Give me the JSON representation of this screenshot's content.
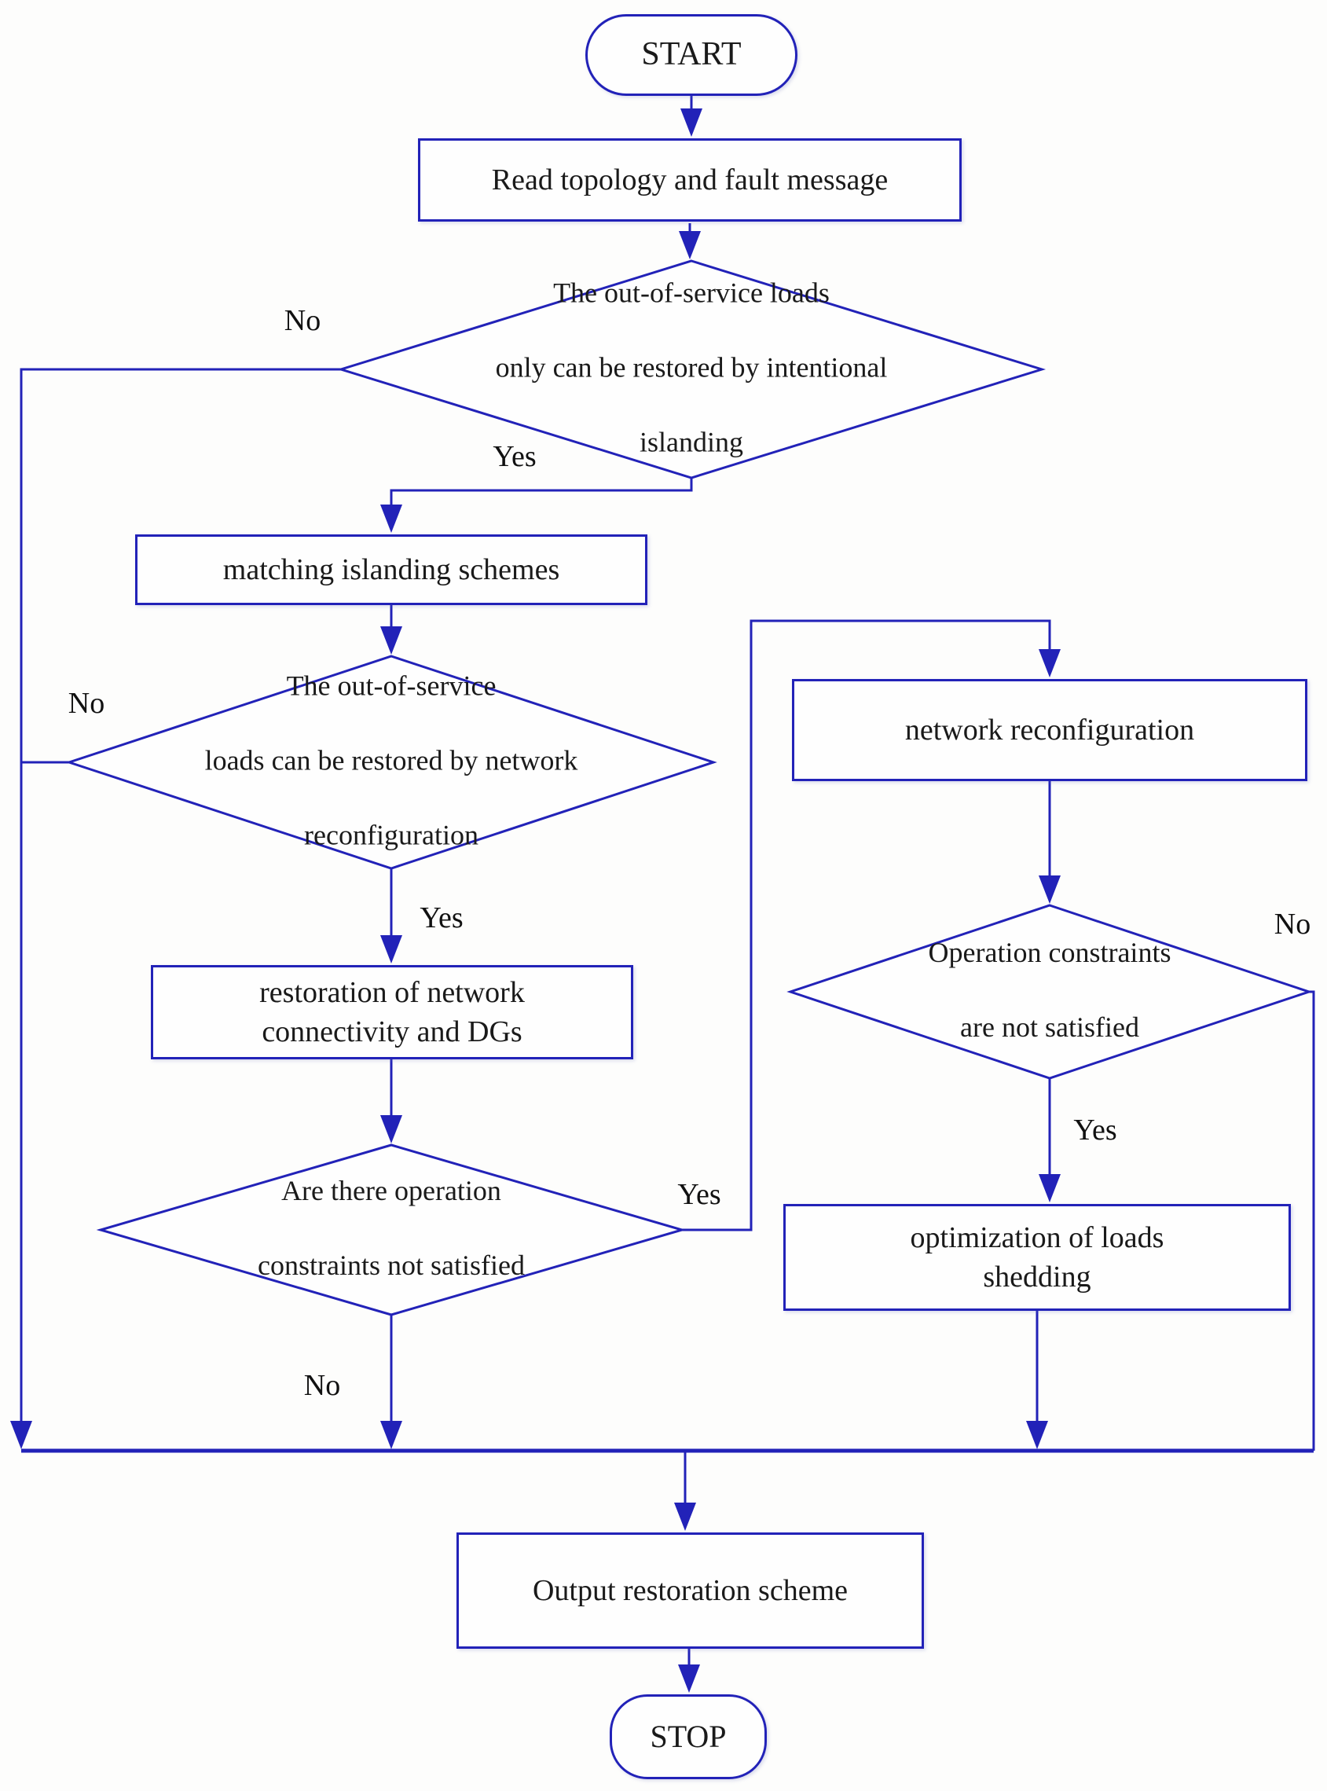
{
  "diagram": {
    "type": "flowchart",
    "colors": {
      "line": "#2222b8",
      "node_border": "#2222b8",
      "node_fill": "#fefefe",
      "text": "#1a1a1a",
      "background": "#fdfdfc"
    },
    "nodes": {
      "start": {
        "type": "terminator",
        "label": "START"
      },
      "read_topology": {
        "type": "process",
        "label": "Read topology and fault message"
      },
      "islanding_decision": {
        "type": "decision",
        "lines": [
          "The out-of-service loads",
          "only can be restored by intentional",
          "islanding"
        ]
      },
      "matching_schemes": {
        "type": "process",
        "label": "matching islanding schemes"
      },
      "reconfig_decision": {
        "type": "decision",
        "lines": [
          "The out-of-service",
          "loads  can be restored by network",
          "reconfiguration"
        ]
      },
      "restoration": {
        "type": "process",
        "lines": [
          "restoration of network",
          "connectivity and DGs"
        ]
      },
      "constraints_decision": {
        "type": "decision",
        "lines": [
          "Are there operation",
          "constraints not satisfied"
        ]
      },
      "network_reconfiguration": {
        "type": "process",
        "label": "network reconfiguration"
      },
      "operation_constraints_decision": {
        "type": "decision",
        "lines": [
          "Operation constraints",
          "are not satisfied"
        ]
      },
      "loads_shedding": {
        "type": "process",
        "lines": [
          "optimization of loads",
          "shedding"
        ]
      },
      "output_scheme": {
        "type": "process",
        "label": "Output restoration scheme"
      },
      "stop": {
        "type": "terminator",
        "label": "STOP"
      }
    },
    "edges": [
      {
        "from": "start",
        "to": "read_topology",
        "label": ""
      },
      {
        "from": "read_topology",
        "to": "islanding_decision",
        "label": ""
      },
      {
        "from": "islanding_decision",
        "to": "merge_line",
        "label": "No"
      },
      {
        "from": "islanding_decision",
        "to": "matching_schemes",
        "label": "Yes"
      },
      {
        "from": "matching_schemes",
        "to": "reconfig_decision",
        "label": ""
      },
      {
        "from": "reconfig_decision",
        "to": "merge_line",
        "label": "No"
      },
      {
        "from": "reconfig_decision",
        "to": "restoration",
        "label": "Yes"
      },
      {
        "from": "restoration",
        "to": "constraints_decision",
        "label": ""
      },
      {
        "from": "constraints_decision",
        "to": "network_reconfiguration",
        "label": "Yes"
      },
      {
        "from": "constraints_decision",
        "to": "merge_line",
        "label": "No"
      },
      {
        "from": "network_reconfiguration",
        "to": "operation_constraints_decision",
        "label": ""
      },
      {
        "from": "operation_constraints_decision",
        "to": "merge_line",
        "label": "No"
      },
      {
        "from": "operation_constraints_decision",
        "to": "loads_shedding",
        "label": "Yes"
      },
      {
        "from": "loads_shedding",
        "to": "merge_line",
        "label": ""
      },
      {
        "from": "merge_line",
        "to": "output_scheme",
        "label": ""
      },
      {
        "from": "output_scheme",
        "to": "stop",
        "label": ""
      }
    ]
  }
}
